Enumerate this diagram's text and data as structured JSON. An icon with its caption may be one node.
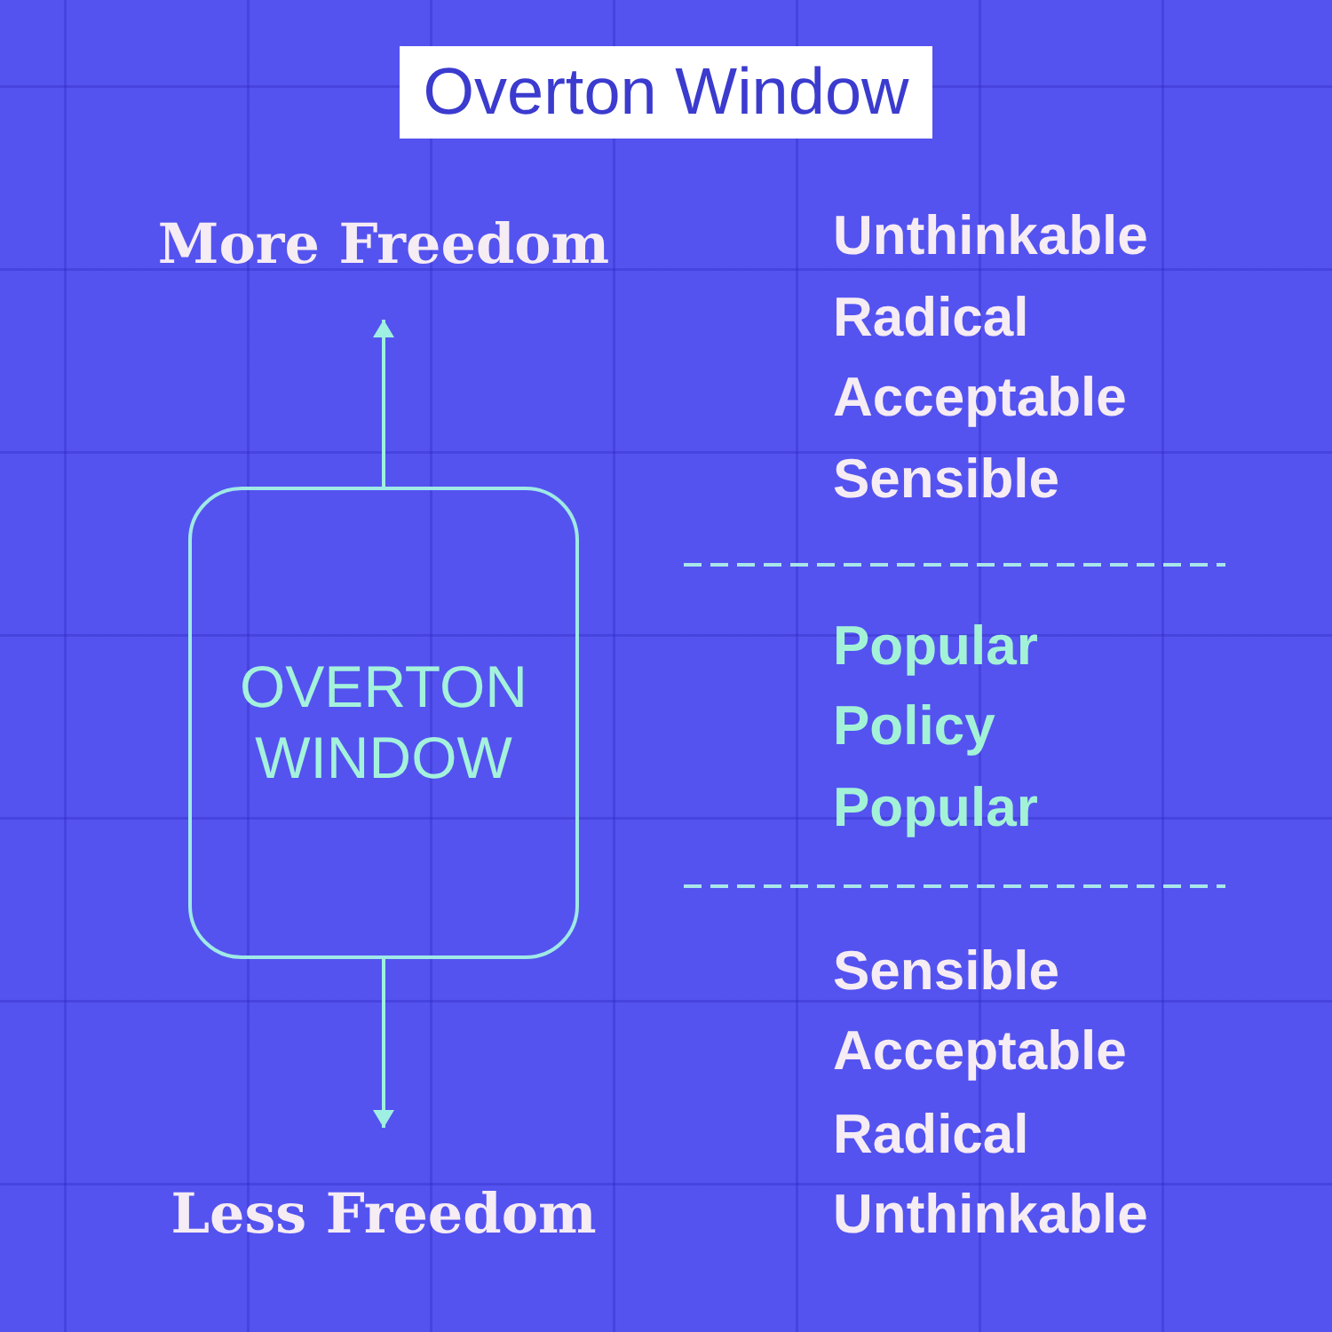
{
  "diagram": {
    "title": "Overton Window",
    "nodes": [
      {
        "text": [
          "More Freedom"
        ]
      },
      {
        "text": [
          "OVERTON WINDOW"
        ]
      },
      {
        "text": [
          "Less Freedom"
        ]
      }
    ],
    "edges": [
      {
        "from": 1,
        "to": 0,
        "arrow": "to"
      },
      {
        "from": 1,
        "to": 2,
        "arrow": "to"
      }
    ],
    "labels": [
      "Unthinkable",
      "Radical",
      "Acceptable",
      "Sensible",
      "Popular",
      "Policy",
      "Popular",
      "Sensible",
      "Acceptable",
      "Radical",
      "Unthinkable"
    ]
  }
}
